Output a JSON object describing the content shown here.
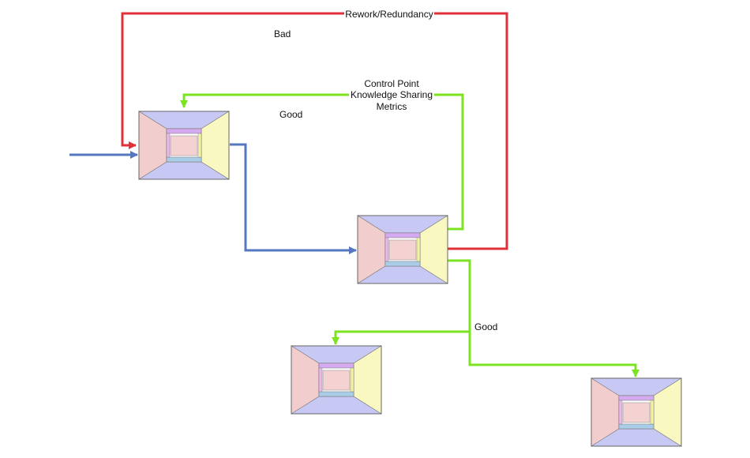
{
  "labels": {
    "rework": "Rework/Redundancy",
    "bad": "Bad",
    "control_point_1": "Control Point",
    "control_point_2": "Knowledge Sharing",
    "control_point_3": "Metrics",
    "good_top": "Good",
    "good_bottom": "Good"
  },
  "colors": {
    "bad_path": "#e0303a",
    "good_path": "#7be31f",
    "main_path": "#5577c0",
    "box_top": "#c8c8f4",
    "box_bottom": "#c8c8f4",
    "box_left": "#f2cdcd",
    "box_right": "#f8f8c0",
    "inner_top": "#d6aaf0",
    "inner_bottom": "#a9cde6",
    "inner_center": "#f4d2d2"
  }
}
